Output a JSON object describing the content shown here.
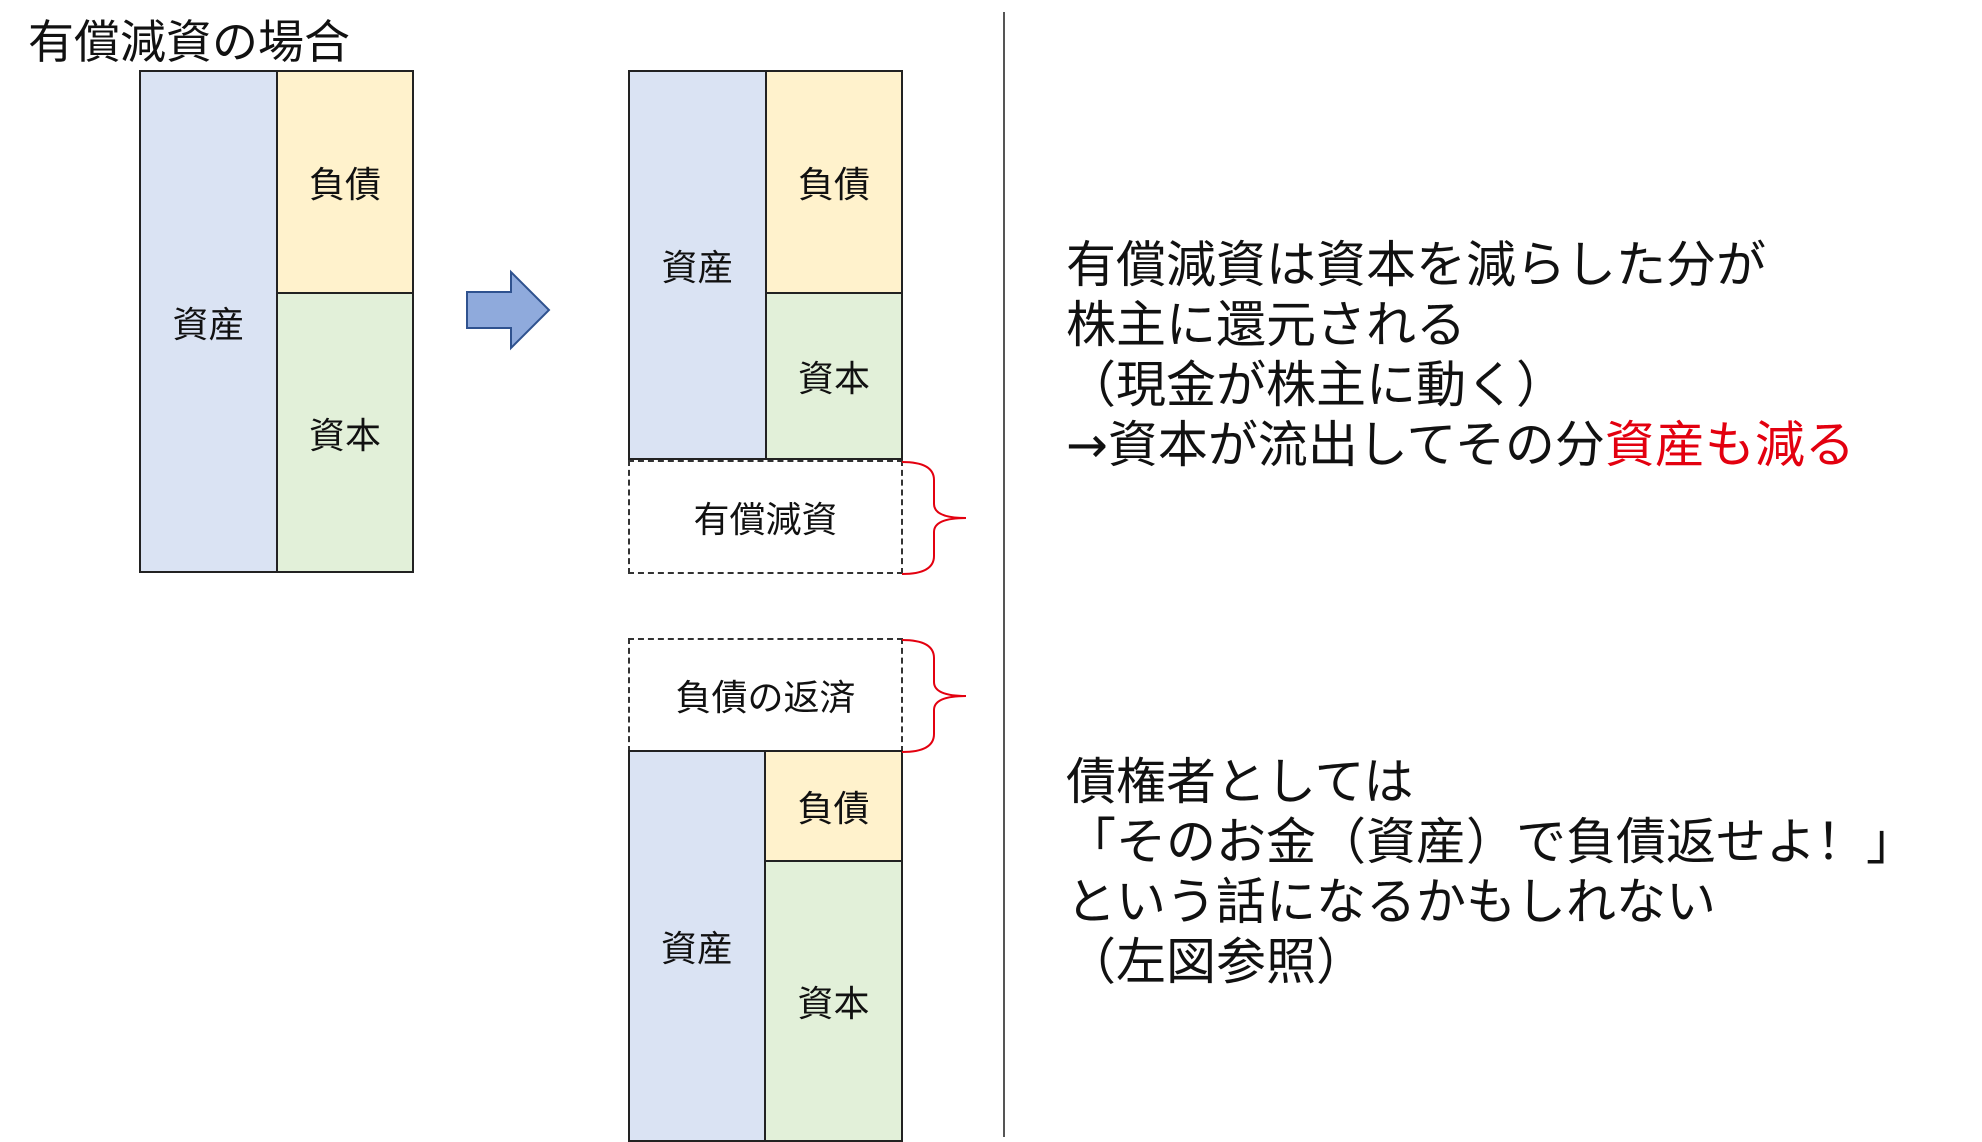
{
  "title": "有償減資の場合",
  "labels": {
    "asset": "資産",
    "liability": "負債",
    "capital": "資本",
    "capital_reduction": "有償減資",
    "debt_repayment": "負債の返済"
  },
  "note_top": {
    "line1": "有償減資は資本を減らした分が",
    "line2": "株主に還元される",
    "line3": "（現金が株主に動く）",
    "line4_prefix": "→資本が流出してその分",
    "line4_highlight": "資産も減る"
  },
  "note_bottom": {
    "line1": "債権者としては",
    "line2": "「そのお金（資産）で負債返せよ！」",
    "line3": "という話になるかもしれない",
    "line4": "（左図参照）"
  },
  "colors": {
    "asset": "#dae3f3",
    "liability": "#fff2cc",
    "capital": "#e2f0d9",
    "highlight": "#e3000f",
    "arrow": "#8faadc"
  }
}
